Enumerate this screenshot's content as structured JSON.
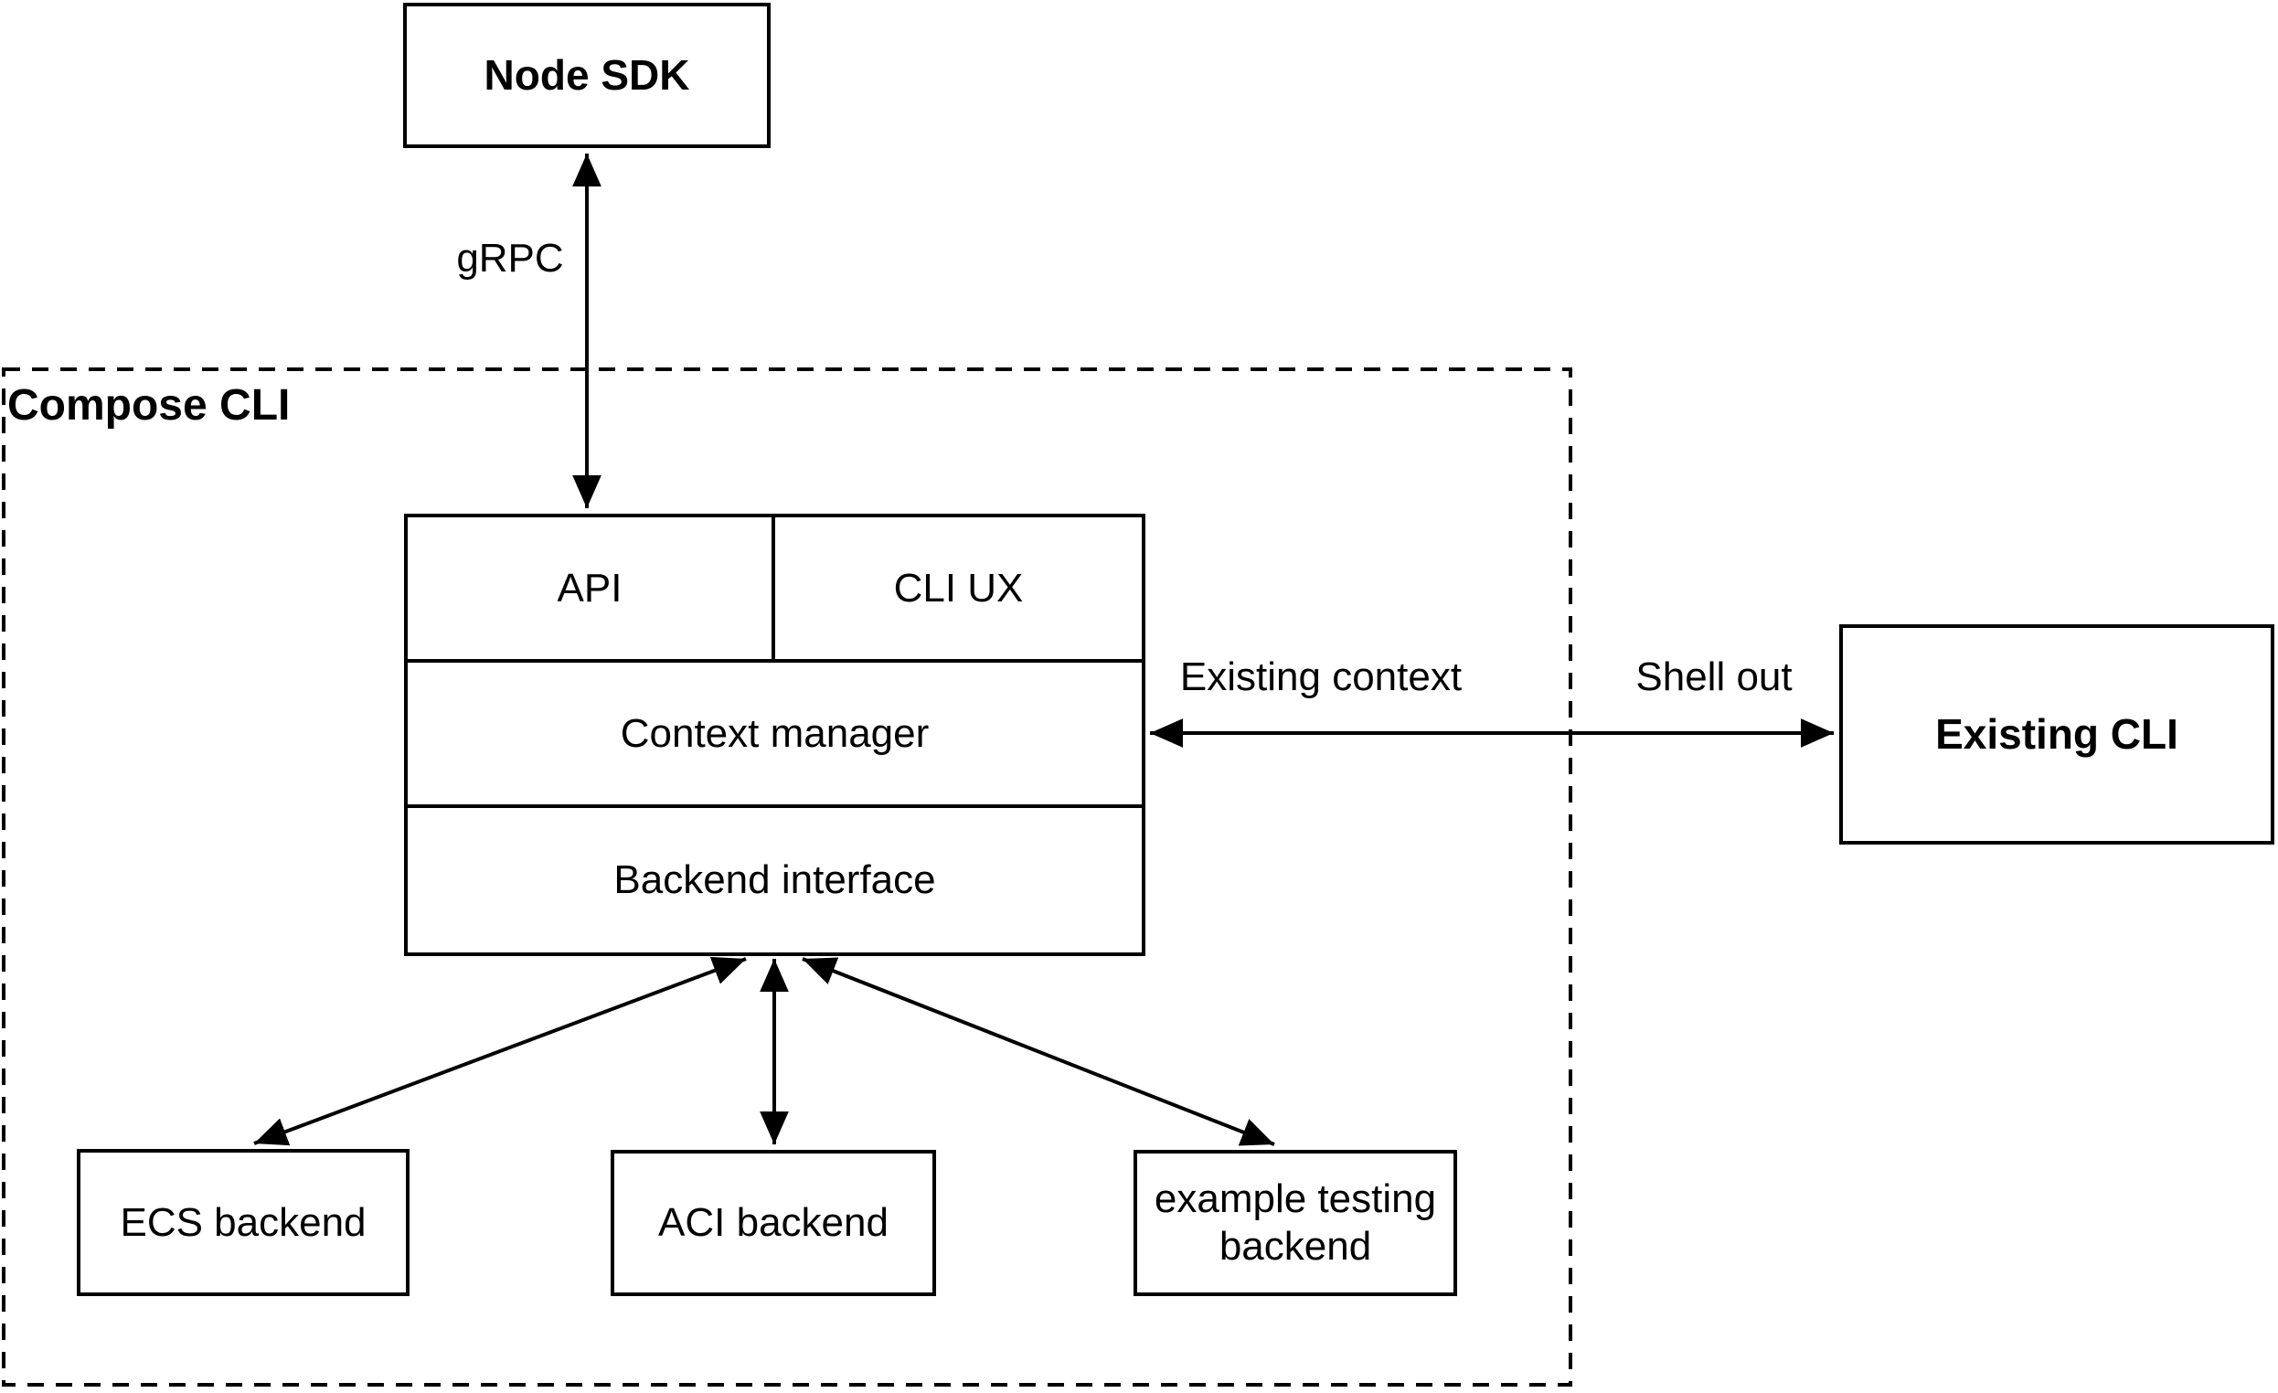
{
  "diagram": {
    "type": "architecture-diagram",
    "group": {
      "label": "Compose CLI"
    },
    "nodes": {
      "node_sdk": "Node SDK",
      "api": "API",
      "cli_ux": "CLI UX",
      "context_manager": "Context manager",
      "backend_interface": "Backend interface",
      "ecs_backend": "ECS backend",
      "aci_backend": "ACI backend",
      "example_testing_backend": "example testing backend",
      "existing_cli": "Existing CLI"
    },
    "edge_labels": {
      "grpc": "gRPC",
      "existing_context": "Existing context",
      "shell_out": "Shell out"
    },
    "edges": [
      {
        "from": "Node SDK",
        "to": "API",
        "label": "gRPC",
        "type": "bidirectional"
      },
      {
        "from": "Context manager",
        "to": "Existing CLI",
        "labels": [
          "Existing context",
          "Shell out"
        ],
        "type": "bidirectional"
      },
      {
        "from": "Backend interface",
        "to": "ECS backend",
        "type": "bidirectional"
      },
      {
        "from": "Backend interface",
        "to": "ACI backend",
        "type": "bidirectional"
      },
      {
        "from": "Backend interface",
        "to": "example testing backend",
        "type": "bidirectional"
      }
    ],
    "colors": {
      "stroke": "#000000",
      "background": "#ffffff"
    }
  }
}
